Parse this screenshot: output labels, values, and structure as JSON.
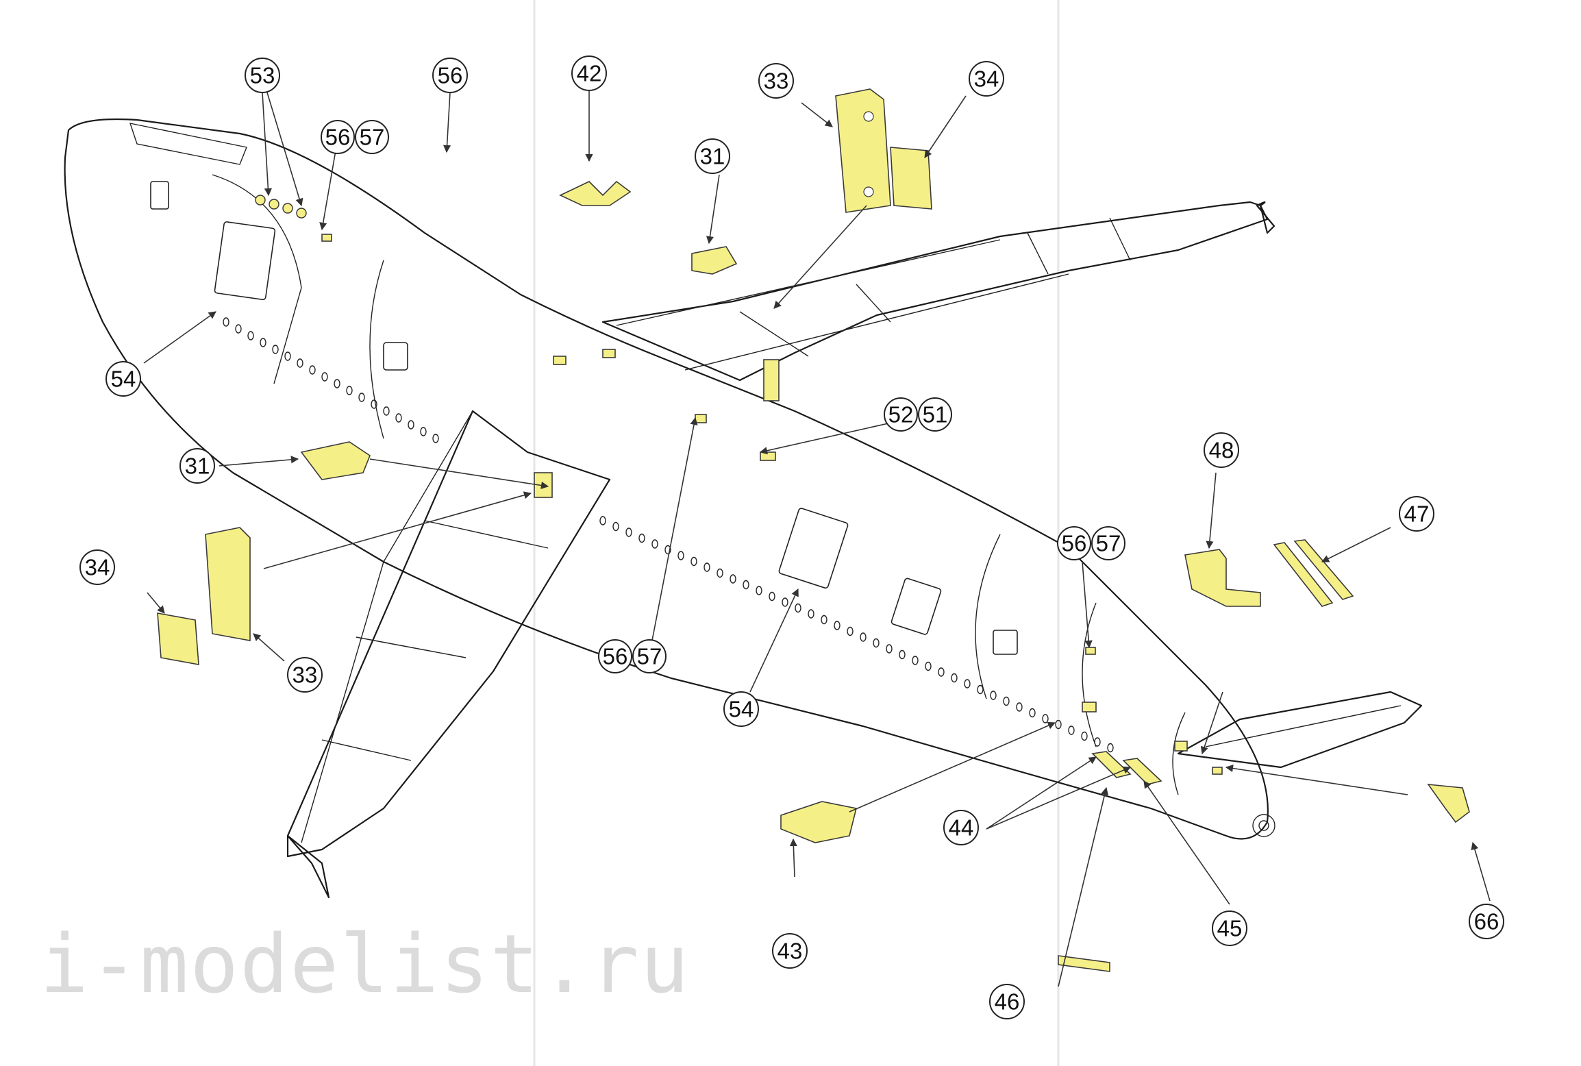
{
  "callouts": [
    {
      "id": "53-top",
      "text": "53"
    },
    {
      "id": "56-top",
      "text": "56"
    },
    {
      "id": "56-front",
      "text": "56"
    },
    {
      "id": "57-front",
      "text": "57"
    },
    {
      "id": "42",
      "text": "42"
    },
    {
      "id": "33-top",
      "text": "33"
    },
    {
      "id": "34-top",
      "text": "34"
    },
    {
      "id": "31-top",
      "text": "31"
    },
    {
      "id": "54-left",
      "text": "54"
    },
    {
      "id": "52",
      "text": "52"
    },
    {
      "id": "51",
      "text": "51"
    },
    {
      "id": "31-left",
      "text": "31"
    },
    {
      "id": "48",
      "text": "48"
    },
    {
      "id": "47",
      "text": "47"
    },
    {
      "id": "34-left",
      "text": "34"
    },
    {
      "id": "33-left",
      "text": "33"
    },
    {
      "id": "56-rear",
      "text": "56"
    },
    {
      "id": "57-rear",
      "text": "57"
    },
    {
      "id": "56-mid",
      "text": "56"
    },
    {
      "id": "57-mid",
      "text": "57"
    },
    {
      "id": "54-mid",
      "text": "54"
    },
    {
      "id": "44",
      "text": "44"
    },
    {
      "id": "45",
      "text": "45"
    },
    {
      "id": "43",
      "text": "43"
    },
    {
      "id": "66",
      "text": "66"
    },
    {
      "id": "46",
      "text": "46"
    }
  ],
  "watermark": "i-modelist.ru",
  "colors": {
    "mask": "#f5ef88",
    "line": "#1a1a1a",
    "paper": "#ffffff"
  }
}
